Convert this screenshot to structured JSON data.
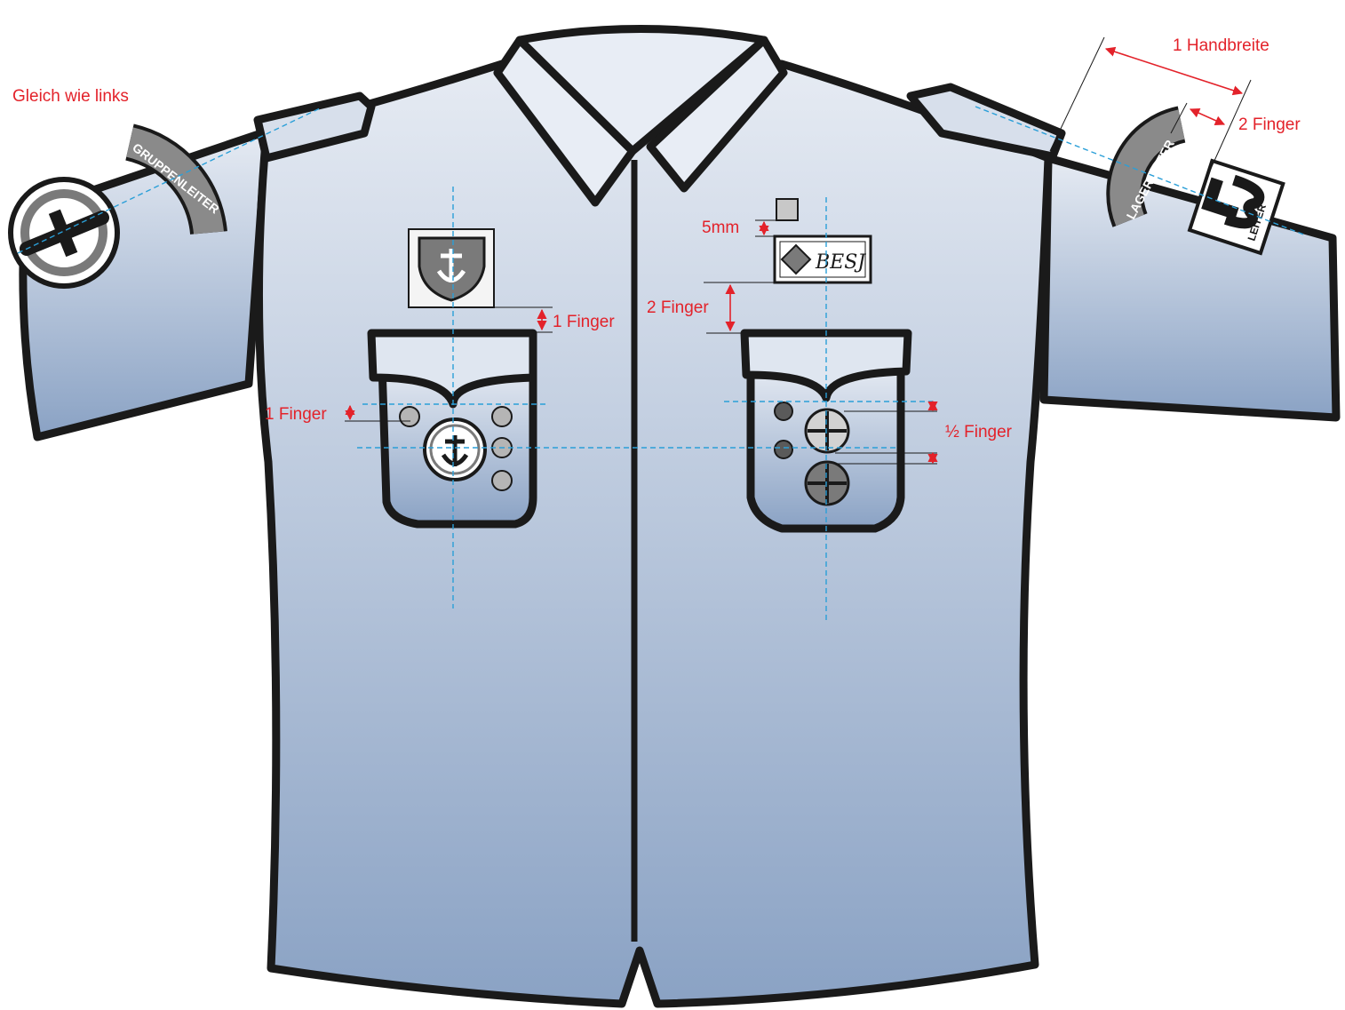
{
  "annotations": {
    "same_as_left": "Gleich wie links",
    "hand_width": "1 Handbreite",
    "two_fingers_sleeve": "2 Finger",
    "one_finger_badge": "1 Finger",
    "five_mm": "5mm",
    "two_fingers_chest": "2 Finger",
    "one_finger_pocket": "1 Finger",
    "half_finger": "½ Finger"
  },
  "patches": {
    "left_sleeve_arc": "GRUPPENLEITER",
    "right_sleeve_arc": "LAGERLEITER",
    "right_sleeve_square": "LEITER",
    "name_tag": "BESJ"
  },
  "colors": {
    "annotation": "#e3222a",
    "guide_lines": "#2a9fd8",
    "shirt_top": "#e6ebf3",
    "shirt_bottom": "#8aa2c4",
    "outline": "#1a1a1a"
  }
}
